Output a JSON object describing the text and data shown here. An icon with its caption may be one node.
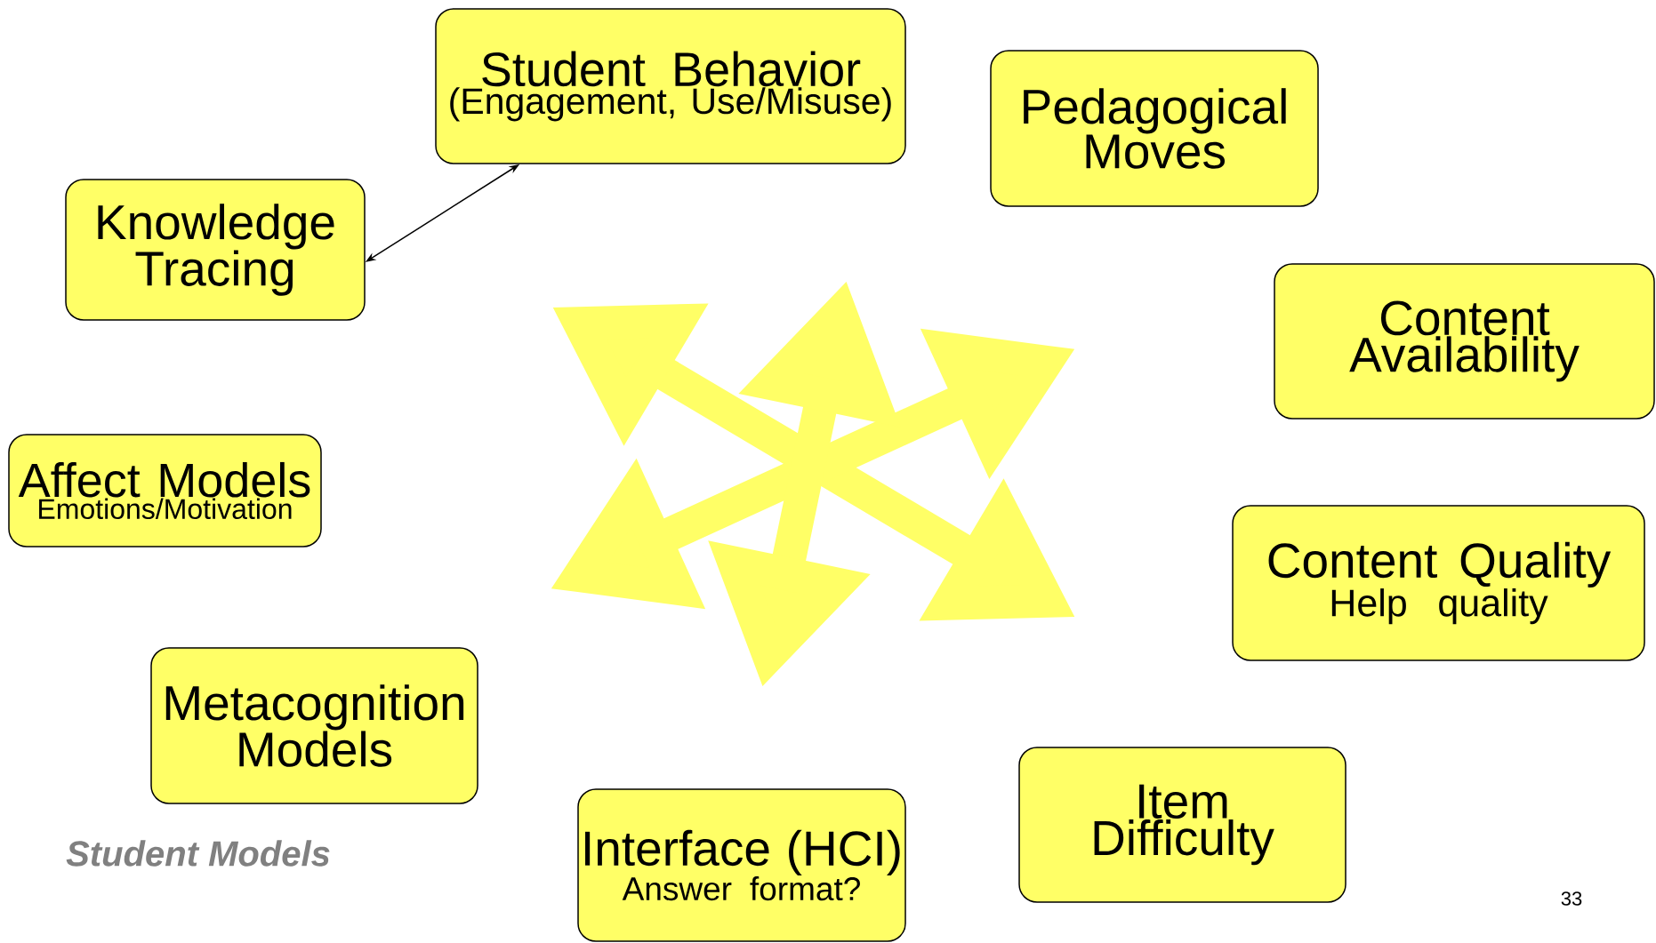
{
  "diagram": {
    "nodes": [
      {
        "text": [
          "Student Behavior",
          "(Engagement, Use/Misuse)"
        ]
      },
      {
        "text": [
          "Pedagogical Moves"
        ]
      },
      {
        "text": [
          "Knowledge Tracing"
        ]
      },
      {
        "text": [
          "Content Availability"
        ]
      },
      {
        "text": [
          "Affect Models",
          "Emotions/Motivation"
        ]
      },
      {
        "text": [
          "Content Quality",
          "Help quality"
        ]
      },
      {
        "text": [
          "Metacognition Models"
        ]
      },
      {
        "text": [
          "Item Difficulty"
        ]
      },
      {
        "text": [
          "Interface (HCI)",
          "Answer format?"
        ]
      }
    ],
    "edges": [
      {
        "from": 0,
        "to": 2,
        "arrow": "both"
      }
    ],
    "labels": [
      "Student Models",
      "33"
    ]
  }
}
